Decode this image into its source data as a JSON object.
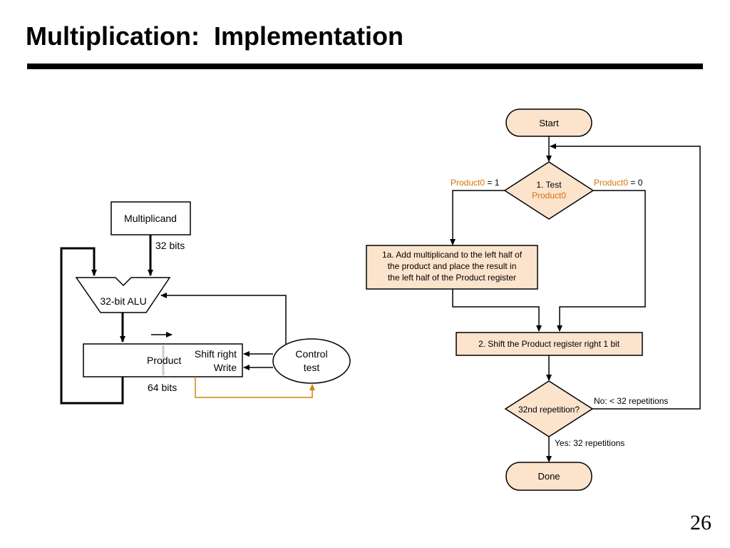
{
  "slide": {
    "title": "Multiplication:  Implementation",
    "page_number": "26"
  },
  "colors": {
    "flow_fill": "#fbe3cc",
    "highlight_text": "#d4730a",
    "feedback_line": "#d4830a",
    "stroke": "#000000"
  },
  "hardware": {
    "multiplicand_label": "Multiplicand",
    "multiplicand_width_label": "32 bits",
    "alu_label": "32-bit ALU",
    "product_label": "Product",
    "shift_right_label": "Shift right",
    "write_label": "Write",
    "product_width_label": "64 bits",
    "control_line1": "Control",
    "control_line2": "test"
  },
  "flowchart": {
    "start_label": "Start",
    "test_line1": "1. Test",
    "test_line2": "Product0",
    "left_branch_var": "Product0",
    "left_branch_val": " = 1",
    "right_branch_var": "Product0",
    "right_branch_val": " = 0",
    "step1a_line1": "1a. Add multiplicand to the left half of",
    "step1a_line2": "the product and place the result in",
    "step1a_line3": "the left half of the Product register",
    "step2_label": "2. Shift the Product register right 1 bit",
    "repetition_label": "32nd repetition?",
    "no_label": "No:  < 32 repetitions",
    "yes_label": "Yes:  32 repetitions",
    "done_label": "Done"
  }
}
